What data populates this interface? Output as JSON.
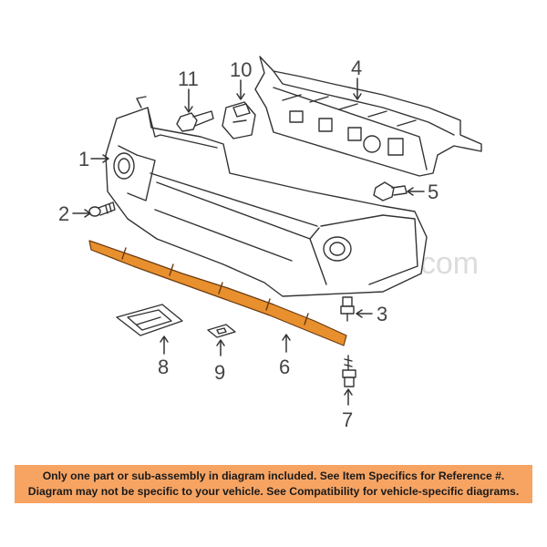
{
  "watermark": "Partomotive.com",
  "callouts": [
    {
      "key": "c1",
      "text": "1"
    },
    {
      "key": "c2",
      "text": "2"
    },
    {
      "key": "c3",
      "text": "3"
    },
    {
      "key": "c4",
      "text": "4"
    },
    {
      "key": "c5",
      "text": "5"
    },
    {
      "key": "c6",
      "text": "6"
    },
    {
      "key": "c7",
      "text": "7"
    },
    {
      "key": "c8",
      "text": "8"
    },
    {
      "key": "c9",
      "text": "9"
    },
    {
      "key": "c10",
      "text": "10"
    },
    {
      "key": "c11",
      "text": "11"
    }
  ],
  "highlight_color": "#e8902e",
  "banner": {
    "line1": "Only one part or sub-assembly in diagram included. See Item Specifics for Reference #.",
    "line2": "Diagram may not be specific to your vehicle. See Compatibility for vehicle-specific diagrams.",
    "color": "#f7a463"
  }
}
